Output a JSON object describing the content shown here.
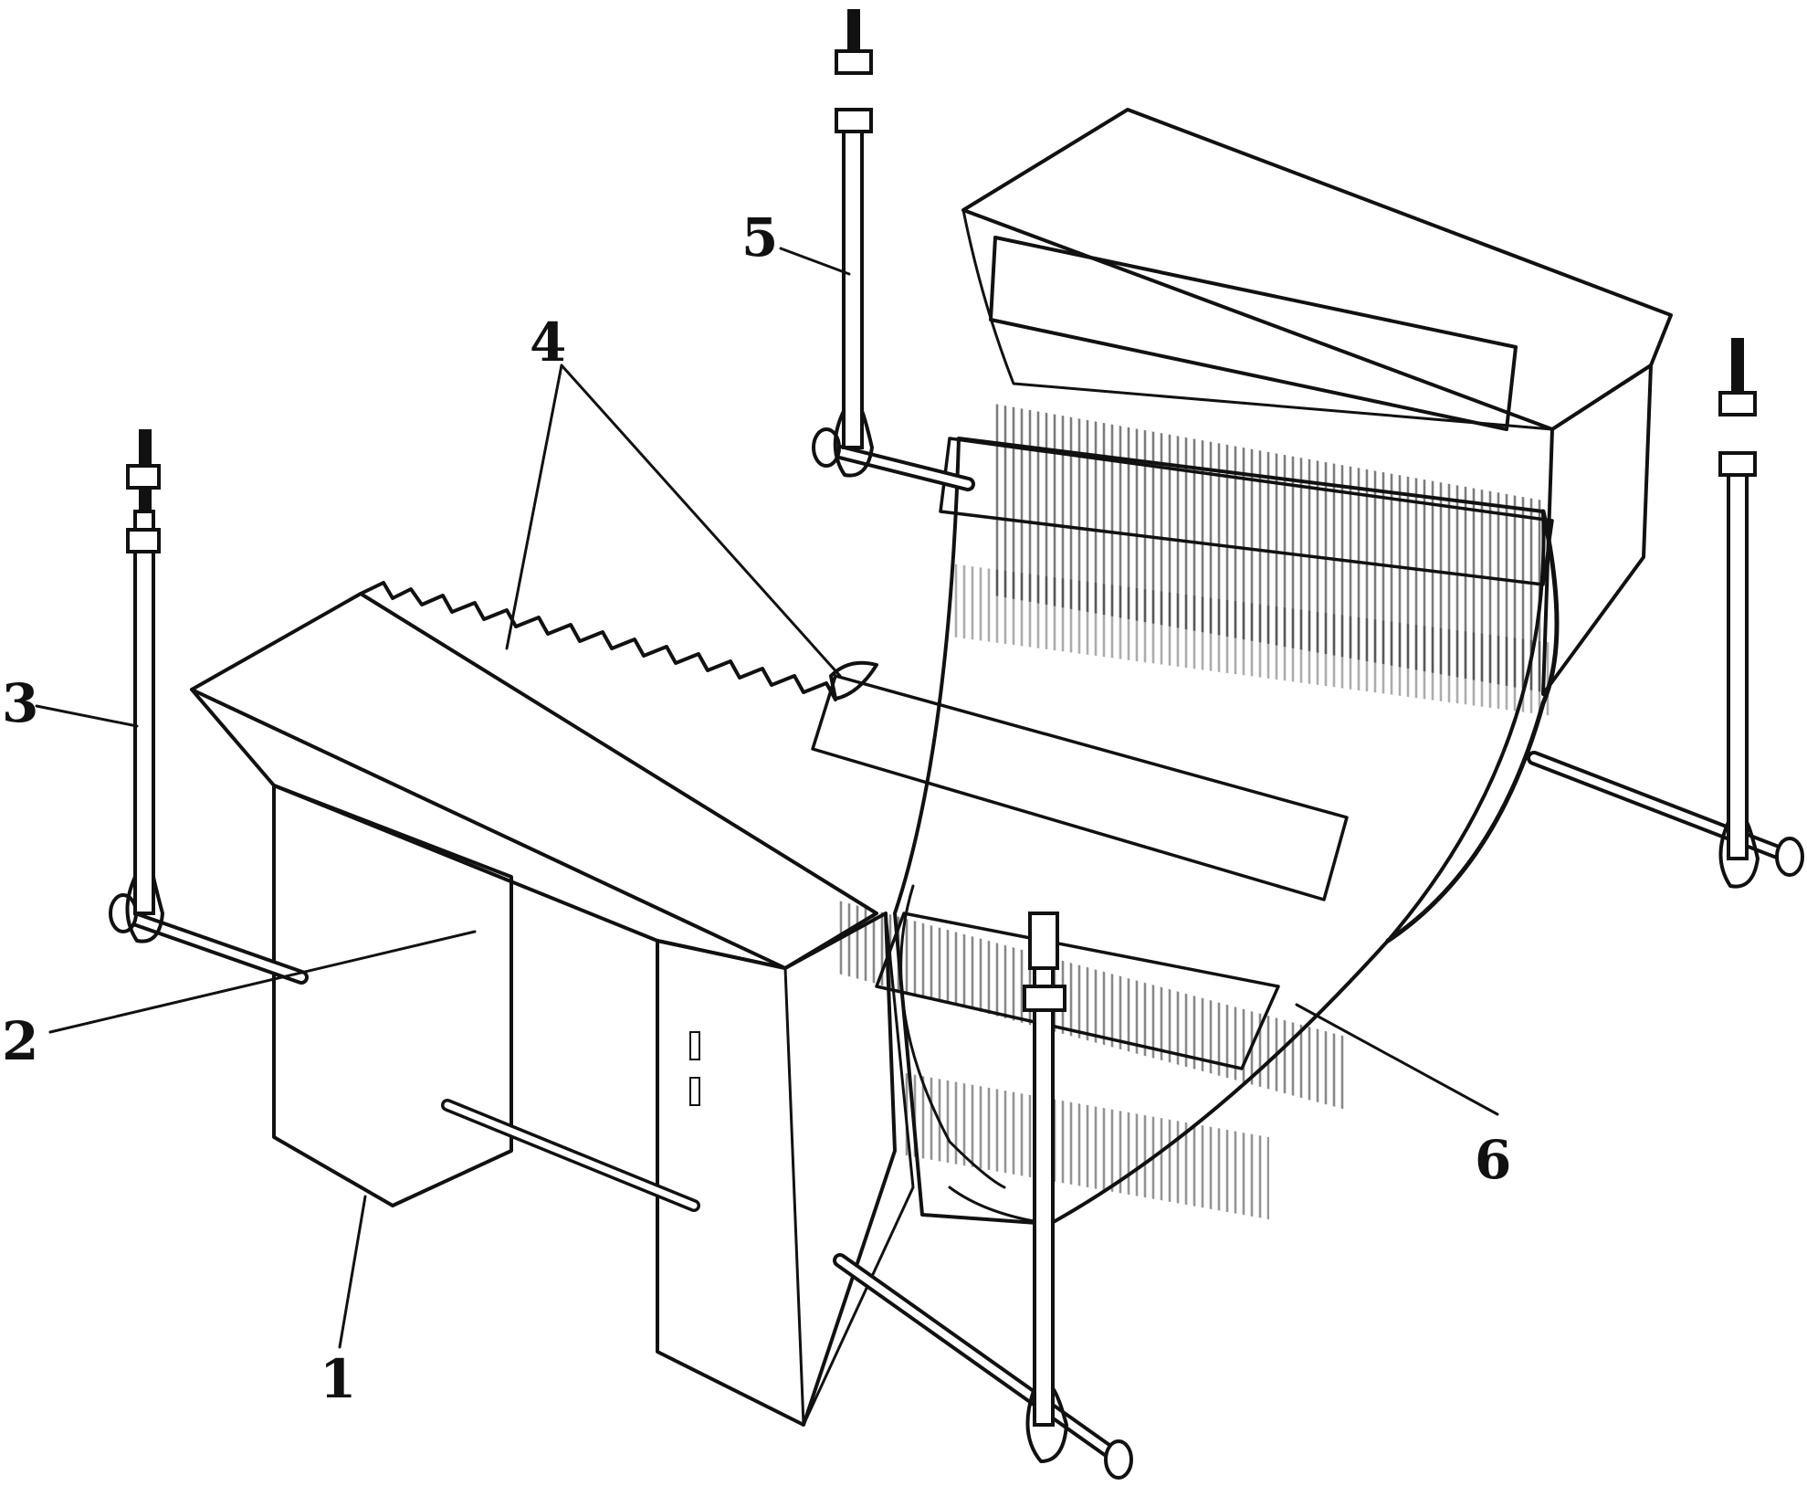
{
  "callouts": {
    "c1": "1",
    "c2": "2",
    "c3": "3",
    "c4": "4",
    "c5": "5",
    "c6": "6"
  },
  "colors": {
    "ink": "#111111",
    "paper": "#ffffff"
  }
}
